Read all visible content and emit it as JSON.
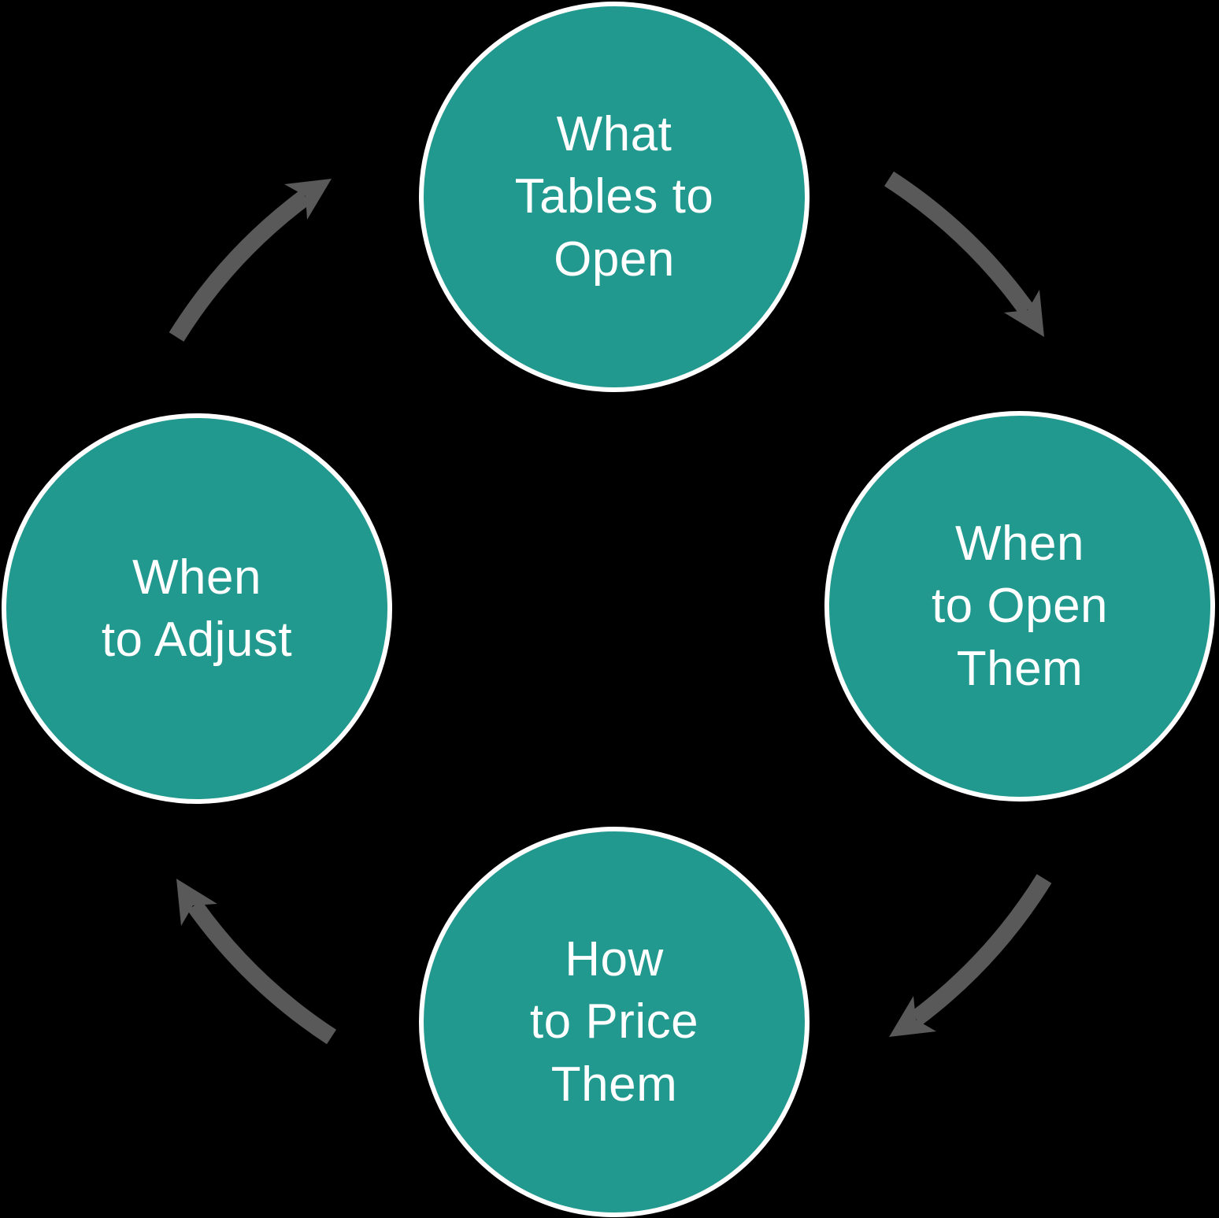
{
  "diagram": {
    "type": "cycle",
    "nodes": [
      {
        "id": "top",
        "label": "What\nTables to\nOpen"
      },
      {
        "id": "right",
        "label": "When\nto Open\nThem"
      },
      {
        "id": "bottom",
        "label": "How\nto Price\nThem"
      },
      {
        "id": "left",
        "label": "When\nto Adjust"
      }
    ],
    "arrows": [
      {
        "from": "top",
        "to": "right",
        "direction": "clockwise"
      },
      {
        "from": "right",
        "to": "bottom",
        "direction": "clockwise"
      },
      {
        "from": "bottom",
        "to": "left",
        "direction": "clockwise"
      },
      {
        "from": "left",
        "to": "top",
        "direction": "clockwise"
      }
    ],
    "colors": {
      "background": "#000000",
      "node_fill": "#21998E",
      "node_border": "#FFFFFF",
      "node_text": "#FFFFFF",
      "arrow": "#595959"
    }
  }
}
